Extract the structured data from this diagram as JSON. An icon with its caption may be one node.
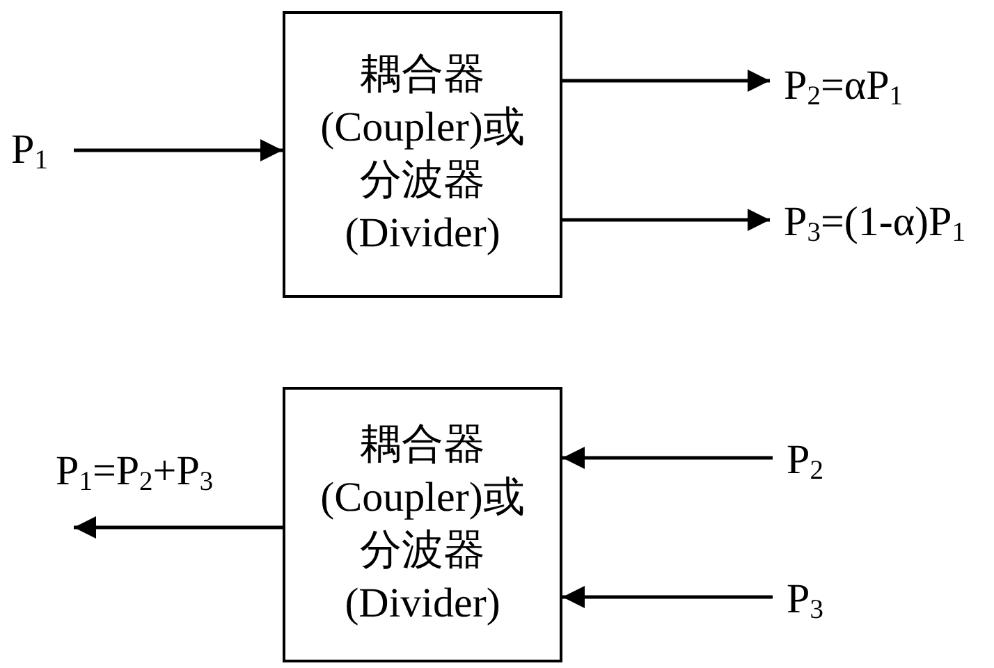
{
  "diagram": {
    "nodes": [
      {
        "text": [
          "P$_{1}$"
        ]
      },
      {
        "text": [
          "耦合器(Coupler)或分波器(Divider)"
        ]
      },
      {
        "text": [
          "P$_{2}$=αP$_{1}$"
        ]
      },
      {
        "text": [
          "P$_{3}$=(1-α)P$_{1}$"
        ]
      },
      {
        "text": [
          "P$_{1}$=P$_{2}$+P$_{3}$"
        ]
      },
      {
        "text": [
          "耦合器(Coupler)或分波器(Divider)"
        ]
      },
      {
        "text": [
          "P$_{2}$"
        ]
      },
      {
        "text": [
          "P$_{3}$"
        ]
      }
    ],
    "edges": [
      {
        "from": 0,
        "to": 1,
        "arrow": "to"
      },
      {
        "from": 1,
        "to": 2,
        "arrow": "to"
      },
      {
        "from": 1,
        "to": 3,
        "arrow": "to"
      },
      {
        "from": 5,
        "to": 4,
        "arrow": "to"
      },
      {
        "from": 6,
        "to": 5,
        "arrow": "to"
      },
      {
        "from": 7,
        "to": 5,
        "arrow": "to"
      }
    ]
  }
}
